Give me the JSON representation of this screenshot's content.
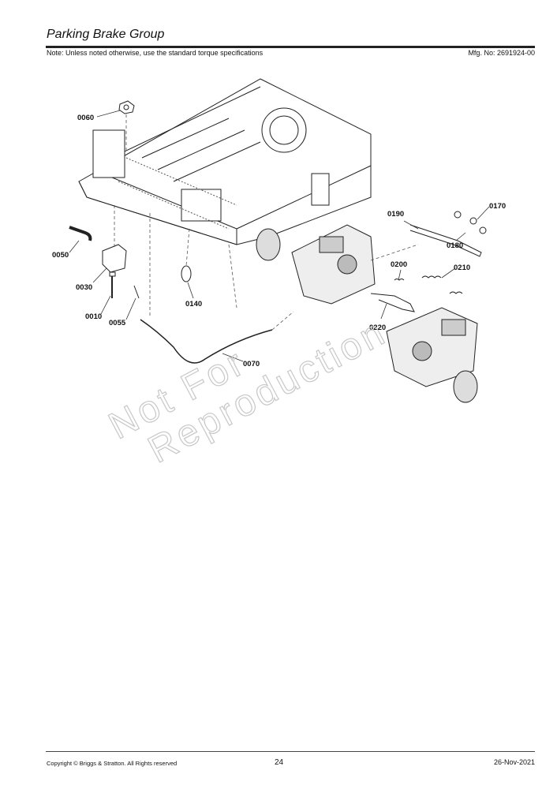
{
  "header": {
    "title": "Parking Brake Group",
    "note": "Note: Unless noted otherwise, use the standard torque specifications",
    "mfg_no": "Mfg. No: 2691924-00"
  },
  "diagram": {
    "callouts": {
      "c0060": "0060",
      "c0050": "0050",
      "c0030": "0030",
      "c0010": "0010",
      "c0055": "0055",
      "c0140": "0140",
      "c0070": "0070",
      "c0190": "0190",
      "c0170": "0170",
      "c0180": "0180",
      "c0200": "0200",
      "c0210": "0210",
      "c0220": "0220"
    },
    "watermark": {
      "line1": "Not For",
      "line2": "Reproduction"
    }
  },
  "footer": {
    "copyright": "Copyright © Briggs & Stratton. All Rights reserved",
    "page": "24",
    "date": "26-Nov-2021"
  }
}
